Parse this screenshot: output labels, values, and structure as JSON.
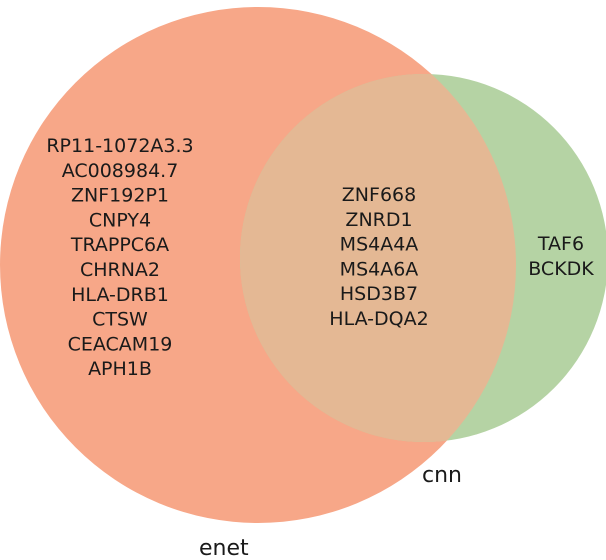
{
  "colors": {
    "enet_only": "#f7a788",
    "cnn_only": "#b5d3a4",
    "overlap": "#e4b894",
    "text": "#1a1a1a"
  },
  "sets": {
    "left": {
      "label": "enet"
    },
    "right": {
      "label": "cnn"
    }
  },
  "regions": {
    "left_only": [
      "RP11-1072A3.3",
      "AC008984.7",
      "ZNF192P1",
      "CNPY4",
      "TRAPPC6A",
      "CHRNA2",
      "HLA-DRB1",
      "CTSW",
      "CEACAM19",
      "APH1B"
    ],
    "intersection": [
      "ZNF668",
      "ZNRD1",
      "MS4A4A",
      "MS4A6A",
      "HSD3B7",
      "HLA-DQA2"
    ],
    "right_only": [
      "TAF6",
      "BCKDK"
    ]
  }
}
